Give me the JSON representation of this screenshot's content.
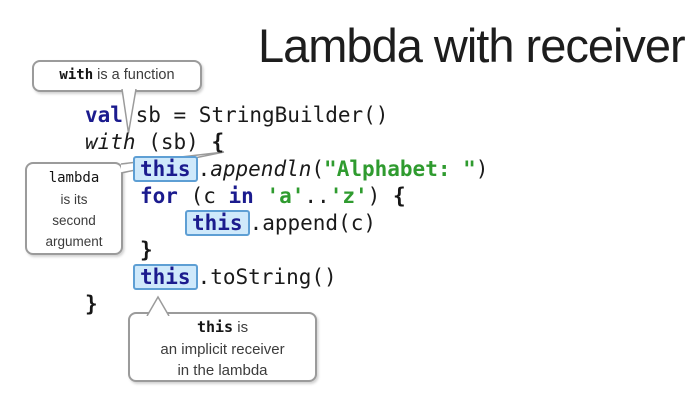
{
  "title": "Lambda with receiver",
  "callouts": {
    "with_fn": {
      "mono": "with",
      "rest": " is a function"
    },
    "lambda": {
      "mono": "lambda",
      "l2": "is its",
      "l3": "second",
      "l4": "argument"
    },
    "this_recv": {
      "mono": "this",
      "rest": " is",
      "l2": "an implicit receiver",
      "l3": "in the lambda"
    }
  },
  "code": {
    "lines": [
      {
        "tokens": [
          {
            "t": "val"
          },
          {
            "t": " sb = StringBuilder()"
          }
        ]
      },
      {
        "tokens": [
          {
            "t": "with"
          },
          {
            "t": " (sb) "
          },
          {
            "t": "{"
          }
        ]
      },
      {
        "tokens": [
          {
            "t": "this"
          },
          {
            "t": "."
          },
          {
            "t": "appendln"
          },
          {
            "t": "("
          },
          {
            "t": "\"Alphabet: \""
          },
          {
            "t": ")"
          }
        ]
      },
      {
        "tokens": [
          {
            "t": "for"
          },
          {
            "t": " (c "
          },
          {
            "t": "in"
          },
          {
            "t": " "
          },
          {
            "t": "'a'"
          },
          {
            "t": ".."
          },
          {
            "t": "'z'"
          },
          {
            "t": ") "
          },
          {
            "t": "{"
          }
        ]
      },
      {
        "tokens": [
          {
            "t": "this"
          },
          {
            "t": ".append(c)"
          }
        ]
      },
      {
        "tokens": [
          {
            "t": "}"
          }
        ]
      },
      {
        "tokens": [
          {
            "t": "this"
          },
          {
            "t": ".toString()"
          }
        ]
      },
      {
        "tokens": [
          {
            "t": "}"
          }
        ]
      }
    ]
  },
  "colors": {
    "keyword_navy": "#1b1b8e",
    "string_green": "#2f9b2f",
    "highlight_bg": "#cfe9fb",
    "highlight_border": "#5e9fd4",
    "callout_border": "#9b9b9b",
    "title_text": "#1d1d1d"
  }
}
